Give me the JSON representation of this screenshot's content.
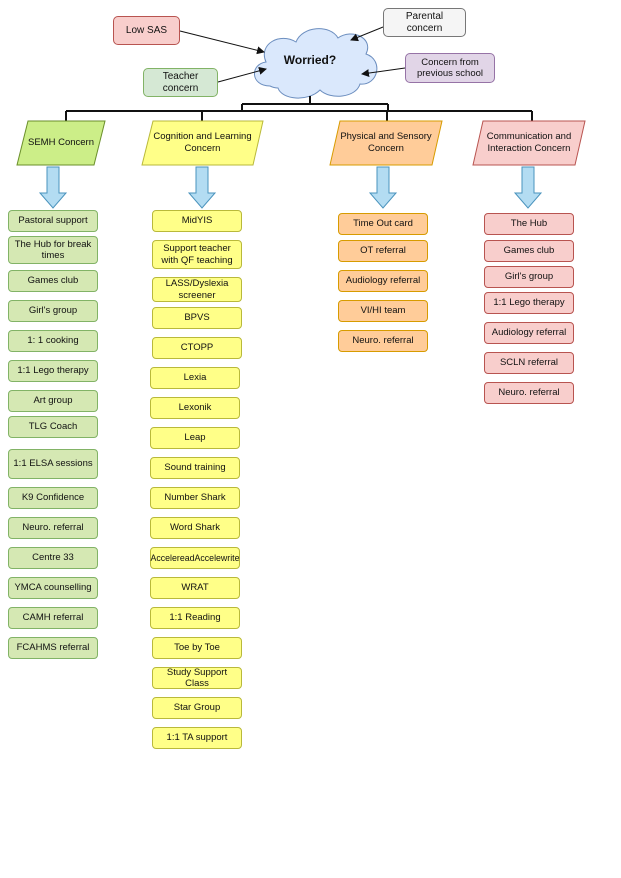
{
  "center": {
    "label": "Worried?"
  },
  "sources": {
    "low_sas": "Low SAS",
    "parental": "Parental concern",
    "teacher": "Teacher concern",
    "school": "Concern from previous school"
  },
  "categories": [
    {
      "key": "semh",
      "title": "SEMH Concern",
      "color": "#ccee88",
      "items": [
        "Pastoral support",
        "The Hub for break times",
        "Games club",
        "Girl's group",
        "1: 1 cooking",
        "1:1 Lego therapy",
        "Art group",
        "TLG Coach",
        "1:1 ELSA sessions",
        "K9 Confidence",
        "Neuro. referral",
        "Centre 33",
        "YMCA counselling",
        "CAMH referral",
        "FCAHMS referral"
      ]
    },
    {
      "key": "cognition",
      "title": "Cognition and Learning Concern",
      "color": "#ffff88",
      "items": [
        "MidYIS",
        "Support teacher with QF teaching",
        "LASS/Dyslexia screener",
        "BPVS",
        "CTOPP",
        "Lexia",
        "Lexonik",
        "Leap",
        "Sound training",
        "Number Shark",
        "Word Shark",
        "AccelereadAccelewrite",
        "WRAT",
        "1:1 Reading",
        "Toe by Toe",
        "Study Support Class",
        "Star Group",
        "1:1 TA support"
      ]
    },
    {
      "key": "physical",
      "title": "Physical and Sensory Concern",
      "color": "#ffcc99",
      "items": [
        "Time Out card",
        "OT referral",
        "Audiology referral",
        "VI/HI team",
        "Neuro. referral"
      ]
    },
    {
      "key": "communication",
      "title": "Communication and Interaction Concern",
      "color": "#f8cecc",
      "items": [
        "The Hub",
        "Games club",
        "Girl's group",
        "1:1 Lego therapy",
        "Audiology referral",
        "SCLN referral",
        "Neuro. referral"
      ]
    }
  ]
}
